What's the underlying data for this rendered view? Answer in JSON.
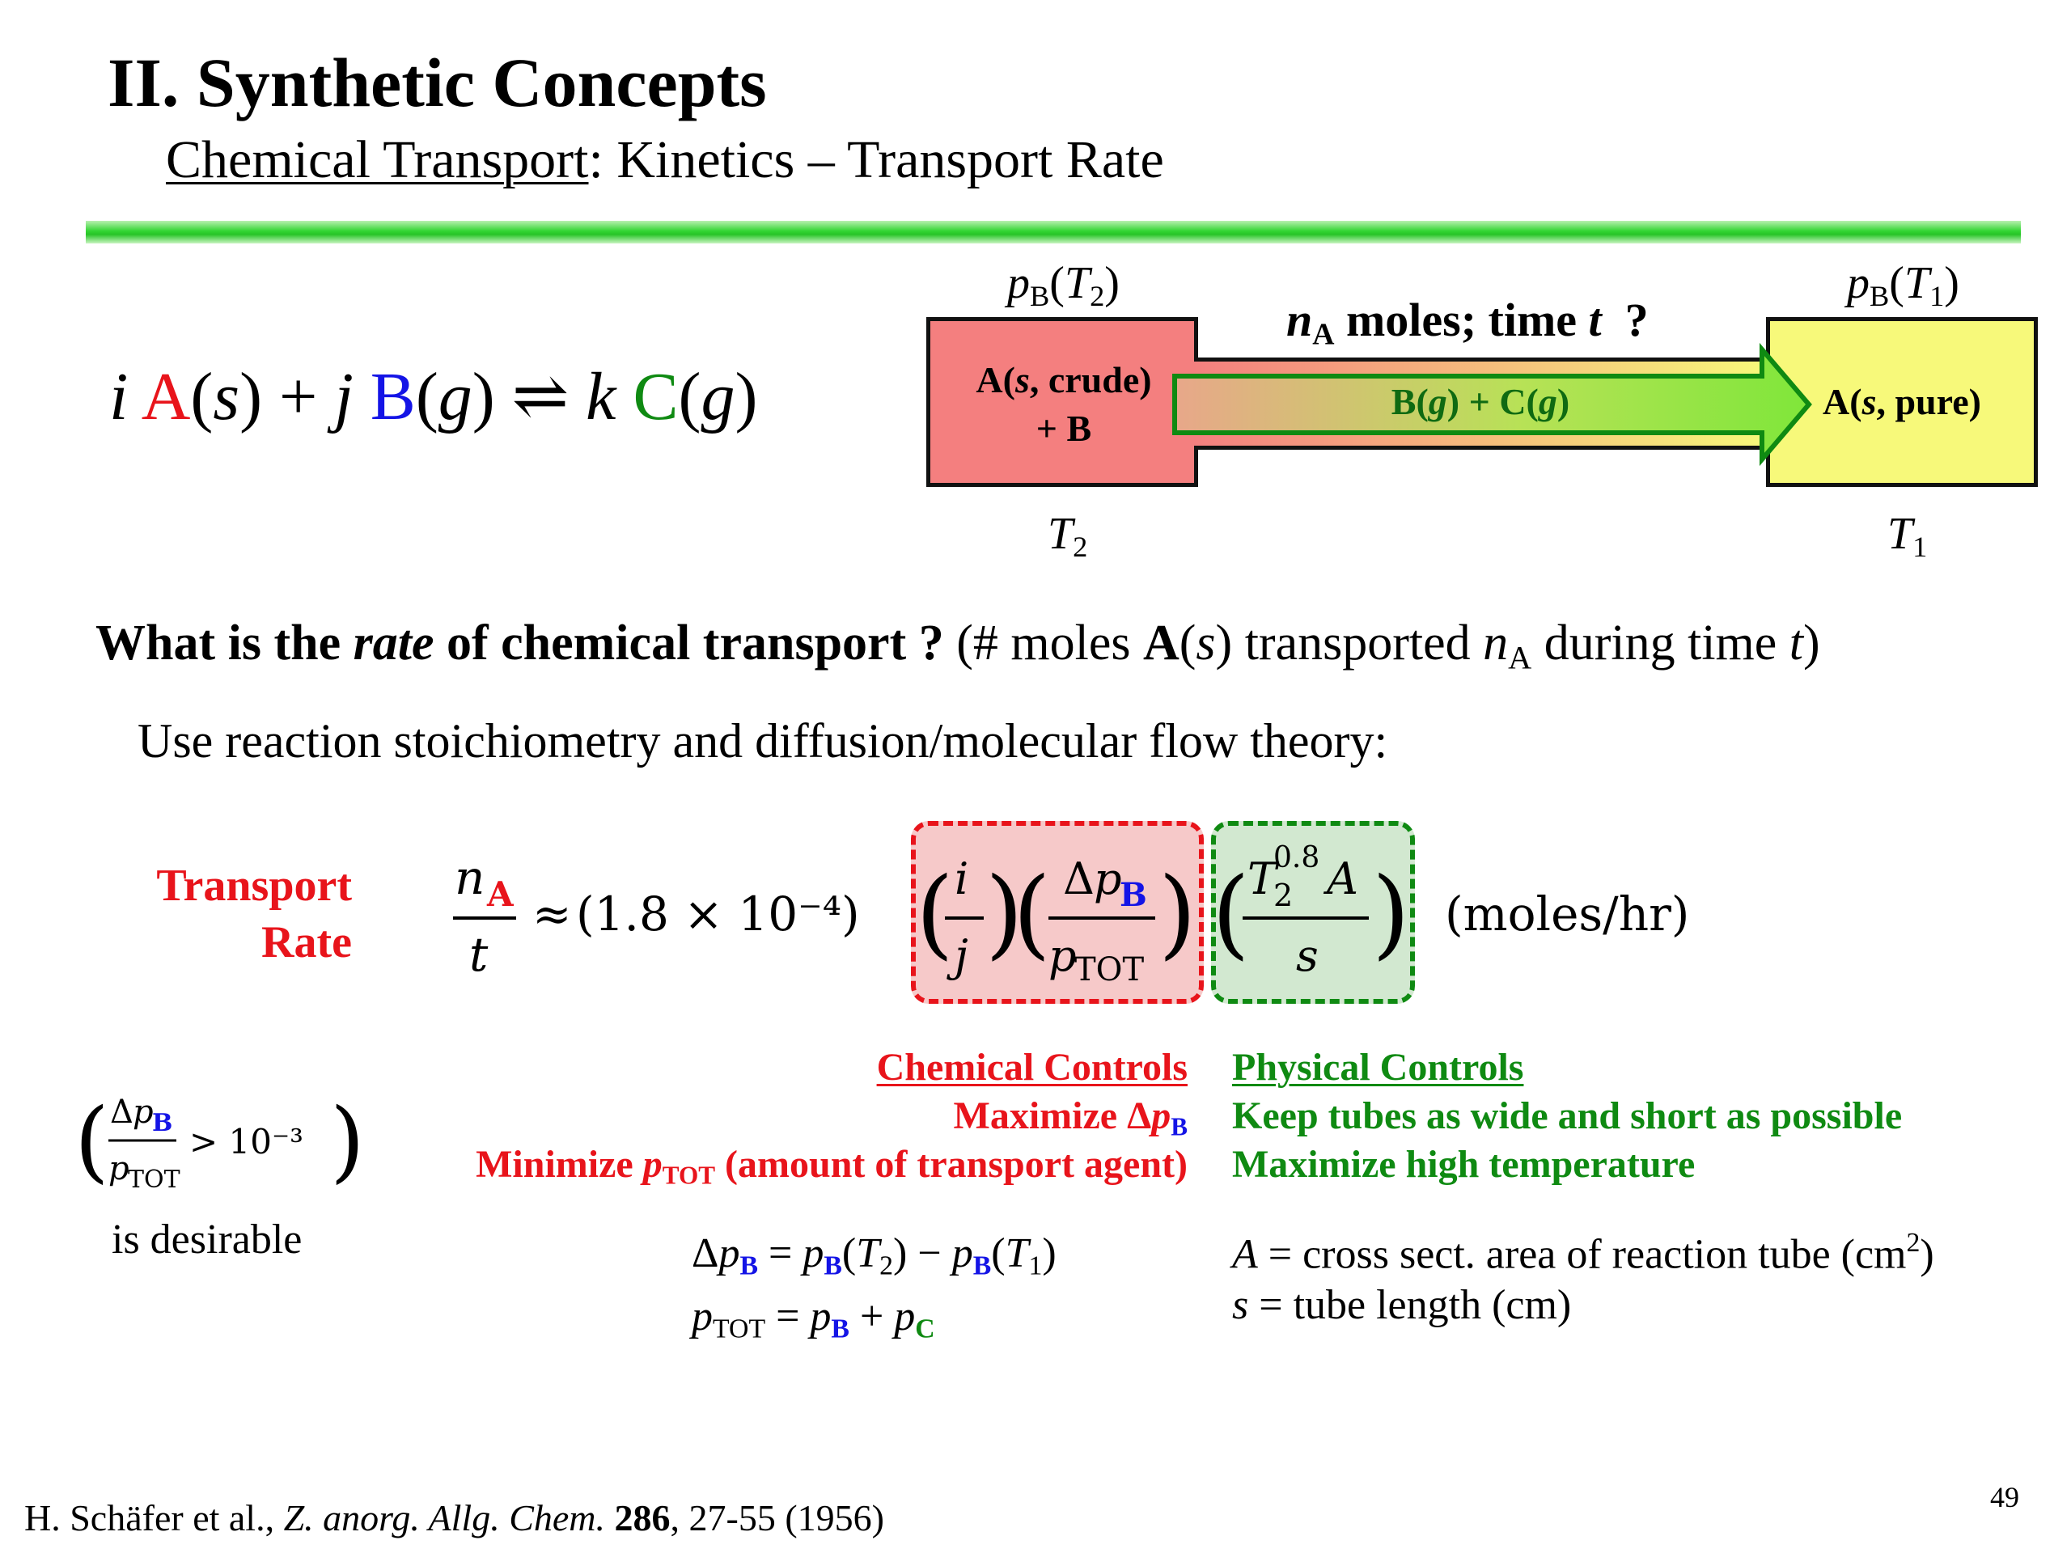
{
  "slide": {
    "title": "II. Synthetic Concepts",
    "subtitle_underlined": "Chemical Transport",
    "subtitle_rest": ": Kinetics – Transport Rate"
  },
  "reaction": {
    "coef_i": "i",
    "species_a": "A",
    "phase_a": "s",
    "coef_j": "j",
    "species_b": "B",
    "phase_b": "g",
    "arrow": "⇌",
    "coef_k": "k",
    "species_c": "C",
    "phase_c": "g",
    "color_a": "#e8141b",
    "color_b": "#1414e6",
    "color_c": "#0f8a12"
  },
  "diagram": {
    "left_pressure": "pB(T2)",
    "right_pressure": "pB(T1)",
    "left_box_line1": "A(s, crude)",
    "left_box_line2": "+ B",
    "right_box": "A(s, pure)",
    "arrow_label": "B(g) + C(g)",
    "question_label": "nA moles; time t  ?",
    "left_temp": "T2",
    "right_temp": "T1",
    "left_color": "#f47f7f",
    "right_color": "#f7f97a",
    "arrow_color": "#0f8a12"
  },
  "question": {
    "lead": "What is the ",
    "emph": "rate",
    "mid": " of chemical transport ?",
    "paren": " (# moles A(s) transported nA during time t)"
  },
  "method_line": "Use reaction stoichiometry and diffusion/molecular flow theory:",
  "transport_rate": {
    "label_line1": "Transport",
    "label_line2": "Rate",
    "prefactor": "(1.8 × 10⁻⁴)",
    "units": "(moles/hr)",
    "exponent": "0.8"
  },
  "chemical_controls": {
    "heading": "Chemical Controls",
    "item1": "Maximize ΔpB",
    "item2": "Minimize pTOT (amount of transport agent)"
  },
  "physical_controls": {
    "heading": "Physical Controls",
    "item1": "Keep tubes as wide and short as possible",
    "item2": "Maximize high temperature"
  },
  "desirable": {
    "condition": "> 10⁻³",
    "text": "is desirable"
  },
  "definitions": {
    "dp_def": "ΔpB = pB(T2) − pB(T1)",
    "ptot_def": "pTOT = pB + pC",
    "area_def": "A = cross sect. area of reaction tube (cm²)",
    "length_def": "s = tube length (cm)"
  },
  "footer": {
    "authors": "H. Schäfer et al., ",
    "journal": "Z. anorg. Allg. Chem.",
    "volume": "286",
    "pages": ", 27-55 (1956)",
    "page_number": "49"
  }
}
